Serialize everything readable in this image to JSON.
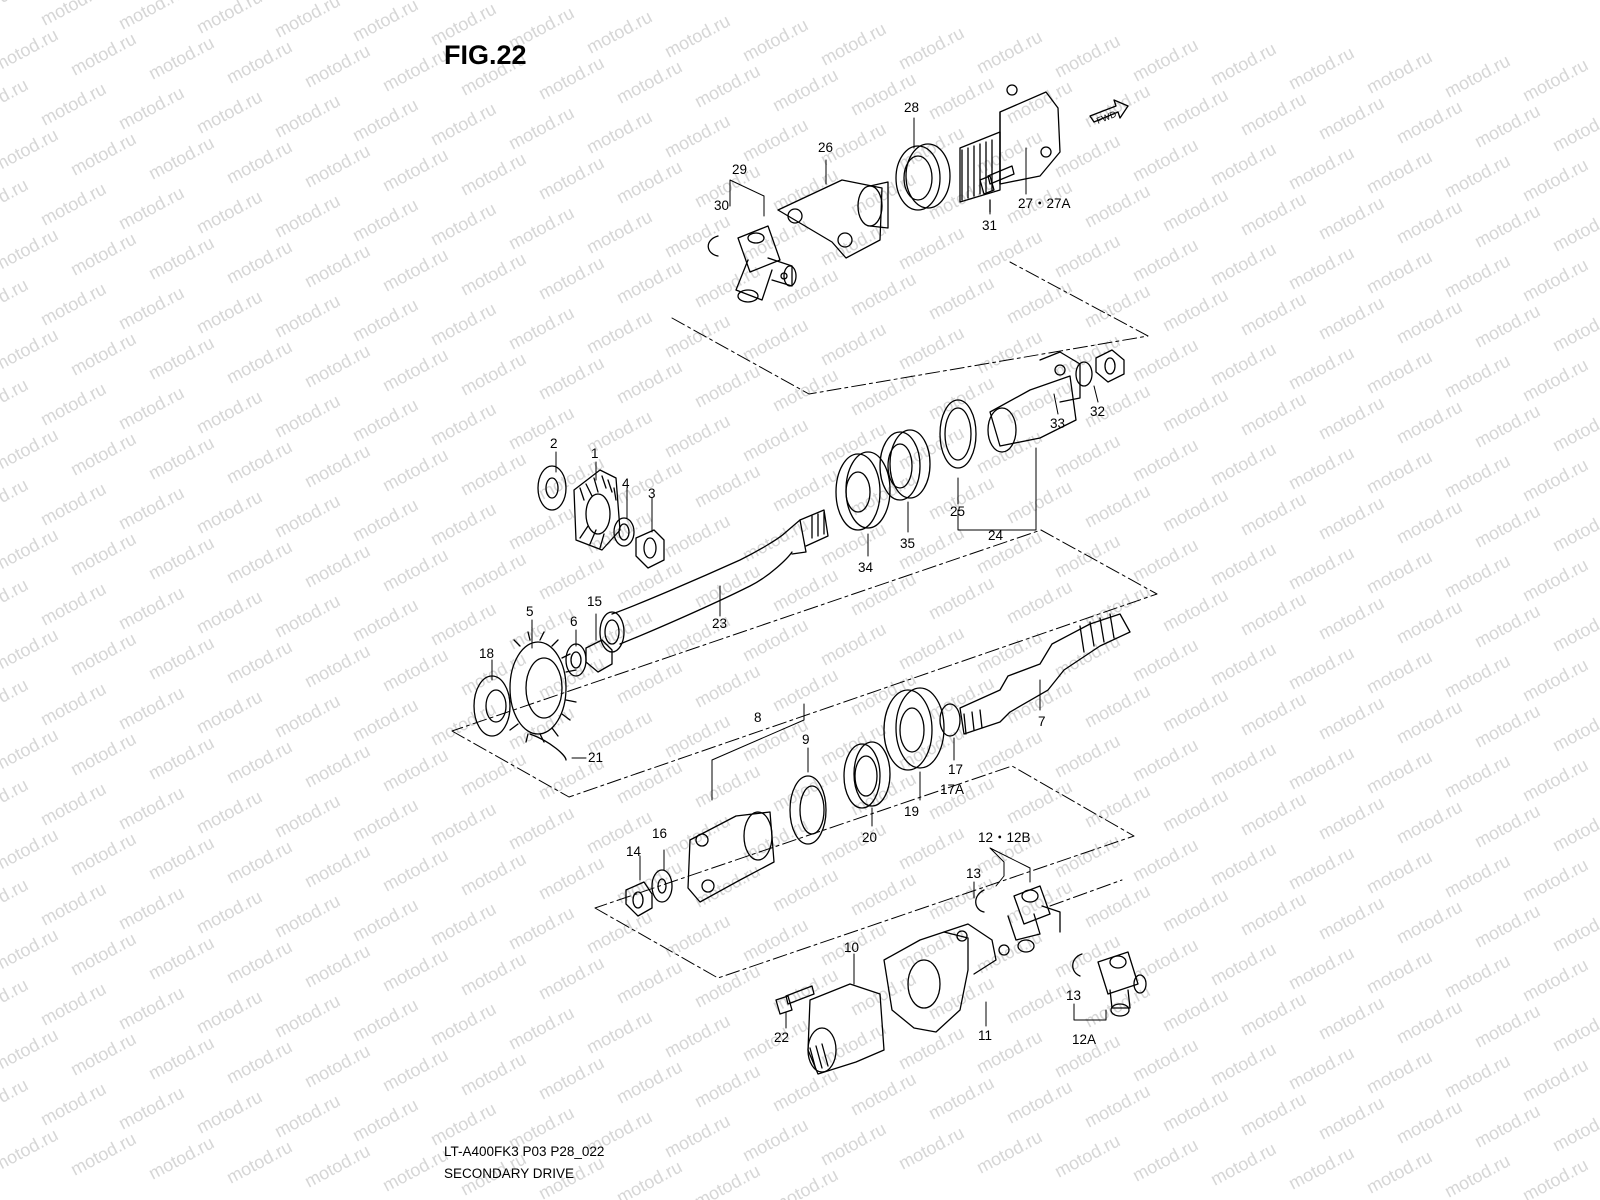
{
  "figure": {
    "title": "FIG.22",
    "code": "LT-A400FK3 P03 P28_022",
    "section": "SECONDARY DRIVE",
    "forward_marker": "FWD",
    "watermark": "motod.ru"
  },
  "callouts": [
    "1",
    "2",
    "3",
    "4",
    "5",
    "6",
    "7",
    "8",
    "9",
    "10",
    "11",
    "12",
    "12A",
    "12B",
    "13",
    "14",
    "15",
    "16",
    "17",
    "17A",
    "18",
    "19",
    "20",
    "21",
    "22",
    "23",
    "24",
    "25",
    "26",
    "27",
    "27A",
    "28",
    "29",
    "30",
    "31",
    "32",
    "33",
    "34",
    "35"
  ],
  "labels": {
    "n1": "1",
    "n2": "2",
    "n3": "3",
    "n4": "4",
    "n5": "5",
    "n6": "6",
    "n7": "7",
    "n8": "8",
    "n9": "9",
    "n10": "10",
    "n11": "11",
    "n12_12b": "12・12B",
    "n12a": "12A",
    "n13a": "13",
    "n13b": "13",
    "n14": "14",
    "n15": "15",
    "n16": "16",
    "n17": "17",
    "n17a": "17A",
    "n18": "18",
    "n19": "19",
    "n20": "20",
    "n21": "21",
    "n22": "22",
    "n23": "23",
    "n24": "24",
    "n25": "25",
    "n26": "26",
    "n27_27a": "27・27A",
    "n28": "28",
    "n29": "29",
    "n30": "30",
    "n31": "31",
    "n32": "32",
    "n33": "33",
    "n34": "34",
    "n35": "35"
  },
  "colors": {
    "line": "#000000",
    "watermark": "#d6d6d6",
    "background": "#ffffff"
  }
}
